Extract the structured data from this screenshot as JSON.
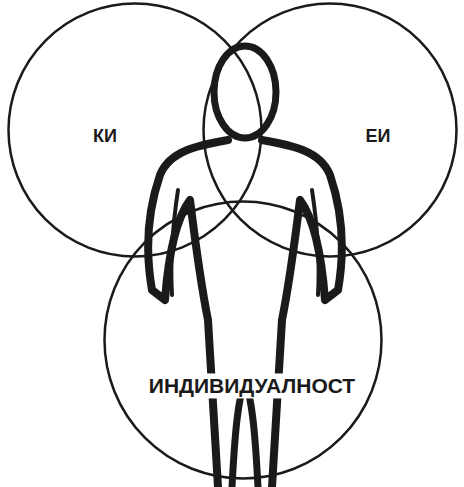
{
  "diagram": {
    "nodes": [
      {
        "text": [
          "КИ"
        ]
      },
      {
        "text": [
          "ЕИ"
        ]
      },
      {
        "text": [
          "ИНДИВИДУАЛНОСТ"
        ]
      }
    ]
  }
}
